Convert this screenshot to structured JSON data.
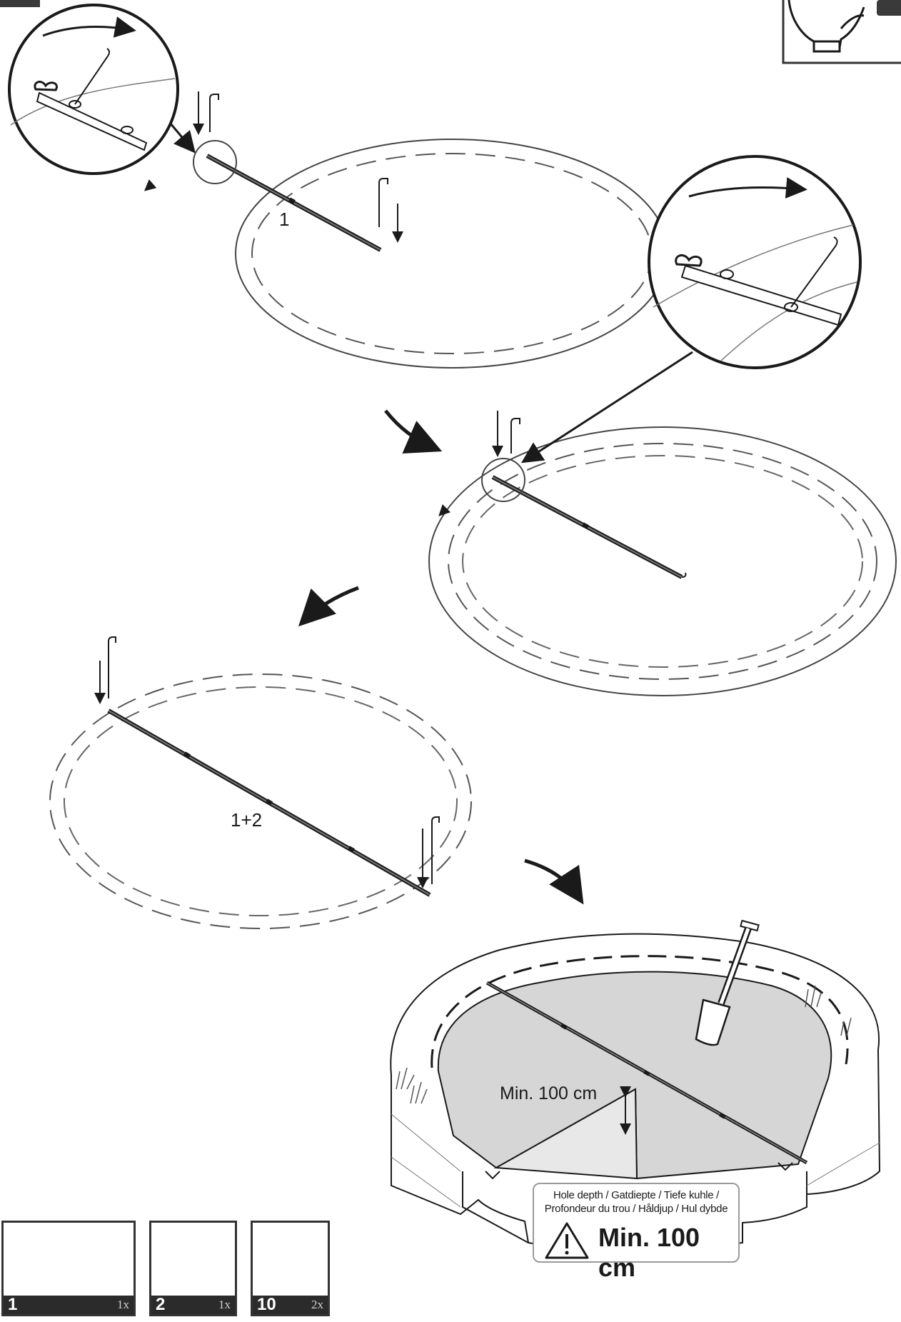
{
  "steps": {
    "first_label": "1",
    "second_label": "1+2"
  },
  "hole": {
    "depth_label": "Min. 100 cm"
  },
  "warning": {
    "line1": "Hole depth / Gatdiepte / Tiefe kuhle /",
    "line2": "Profondeur du trou / Håldjup / Hul dybde",
    "value": "Min. 100 cm",
    "icon": "warning-triangle-icon"
  },
  "parts": [
    {
      "number": "1",
      "quantity": "1x",
      "icon": "tube-with-strap-icon"
    },
    {
      "number": "2",
      "quantity": "1x",
      "icon": "tube-icon"
    },
    {
      "number": "10",
      "quantity": "2x",
      "icon": "ground-stake-icon"
    }
  ],
  "icons": [
    "two-person-gloves-icon",
    "stake-icon",
    "shovel-icon",
    "grass-icon",
    "curved-arrow-icon"
  ]
}
